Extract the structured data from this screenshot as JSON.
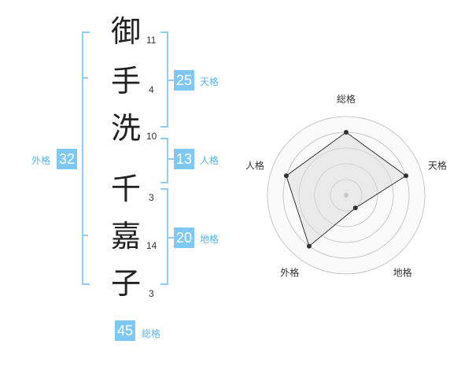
{
  "name": {
    "characters": [
      {
        "char": "御",
        "strokes": "11"
      },
      {
        "char": "手",
        "strokes": "4"
      },
      {
        "char": "洗",
        "strokes": "10"
      },
      {
        "char": "千",
        "strokes": "3"
      },
      {
        "char": "嘉",
        "strokes": "14"
      },
      {
        "char": "子",
        "strokes": "3"
      }
    ]
  },
  "fortune": {
    "tenkaku": {
      "value": "25",
      "label": "天格"
    },
    "jinkaku": {
      "value": "13",
      "label": "人格"
    },
    "chikaku": {
      "value": "20",
      "label": "地格"
    },
    "gaikaku": {
      "value": "32",
      "label": "外格"
    },
    "soukaku": {
      "value": "45",
      "label": "総格"
    }
  },
  "chart_data": {
    "type": "radar",
    "axes": [
      "総格",
      "天格",
      "地格",
      "外格",
      "人格"
    ],
    "values": [
      4,
      4,
      1,
      4,
      4
    ],
    "max": 5,
    "rings": 5
  }
}
